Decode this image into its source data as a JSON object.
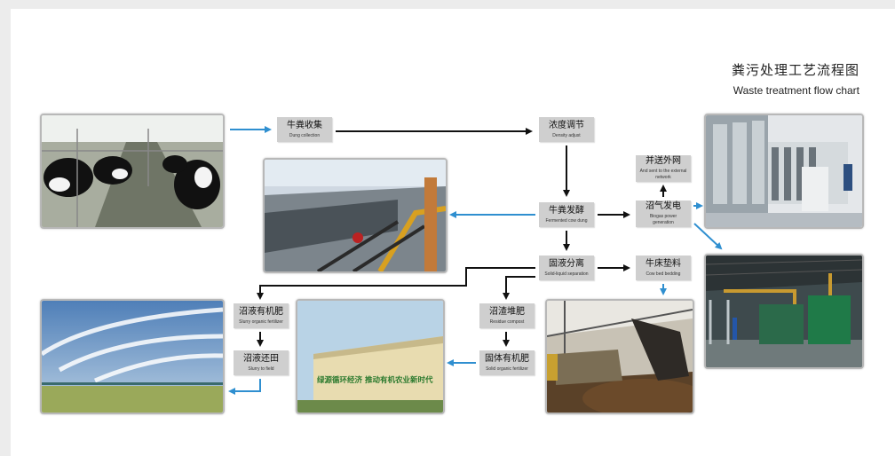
{
  "title": {
    "cn": "粪污处理工艺流程图",
    "en": "Waste treatment flow chart"
  },
  "nodes": {
    "dung_collection": {
      "cn": "牛粪收集",
      "en": "Dung collection"
    },
    "density_adjust": {
      "cn": "浓度调节",
      "en": "Density adjust"
    },
    "fermented": {
      "cn": "牛粪发酵",
      "en": "Fermented cow dung"
    },
    "biogas": {
      "cn": "沼气发电",
      "en": "Biogas power generation"
    },
    "grid": {
      "cn": "并送外网",
      "en": "And sent to the external network"
    },
    "separation": {
      "cn": "固液分离",
      "en": "Solid-liquid separation"
    },
    "bedding": {
      "cn": "牛床垫料",
      "en": "Cow bed bedding"
    },
    "slurry_fert": {
      "cn": "沼液有机肥",
      "en": "Slurry organic fertilizer"
    },
    "slurry_field": {
      "cn": "沼液还田",
      "en": "Slurry to field"
    },
    "residue": {
      "cn": "沼渣堆肥",
      "en": "Residue compost"
    },
    "solid_fert": {
      "cn": "固体有机肥",
      "en": "Solid organic fertilizer"
    }
  },
  "photos": {
    "factory_sign": "绿源循环经济  推动有机农业新时代"
  },
  "colors": {
    "blue_arrow": "#2f8fd0",
    "black_arrow": "#111111",
    "box": "#cfcfcf"
  }
}
